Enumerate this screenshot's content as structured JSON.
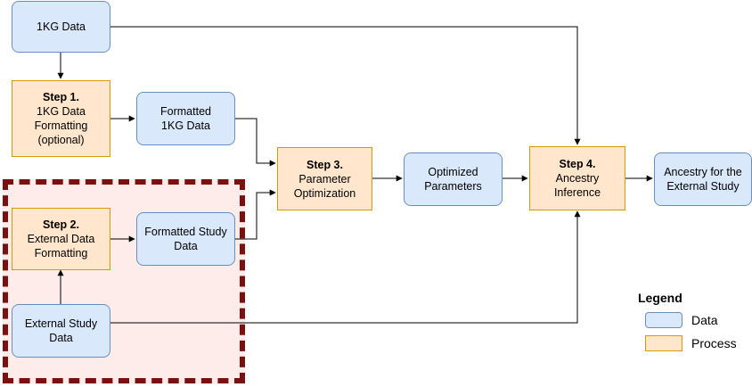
{
  "diagram": {
    "nodes": {
      "kg_data": {
        "lines": [
          "1KG Data"
        ]
      },
      "step1": {
        "title": "Step 1.",
        "lines": [
          "1KG Data",
          "Formatting",
          "(optional)"
        ]
      },
      "formatted_kg": {
        "lines": [
          "Formatted",
          "1KG Data"
        ]
      },
      "step3": {
        "title": "Step 3.",
        "lines": [
          "Parameter",
          "Optimization"
        ]
      },
      "optimized": {
        "lines": [
          "Optimized",
          "Parameters"
        ]
      },
      "step4": {
        "title": "Step 4.",
        "lines": [
          "Ancestry",
          "Inference"
        ]
      },
      "ancestry": {
        "lines": [
          "Ancestry for the",
          "External Study"
        ]
      },
      "step2": {
        "title": "Step 2.",
        "lines": [
          "External Data",
          "Formatting"
        ]
      },
      "formatted_study": {
        "lines": [
          "Formatted Study",
          "Data"
        ]
      },
      "external_study": {
        "lines": [
          "External Study",
          "Data"
        ]
      }
    },
    "colors": {
      "data_fill": "#dae8fc",
      "data_border": "#6c8ebf",
      "process_fill": "#ffe6cc",
      "process_border": "#d79b00",
      "highlight_fill": "#fdecea",
      "highlight_border": "#7a1010",
      "connector": "#000000"
    }
  },
  "legend": {
    "title": "Legend",
    "items": [
      {
        "label": "Data",
        "kind": "data"
      },
      {
        "label": "Process",
        "kind": "process"
      }
    ]
  }
}
